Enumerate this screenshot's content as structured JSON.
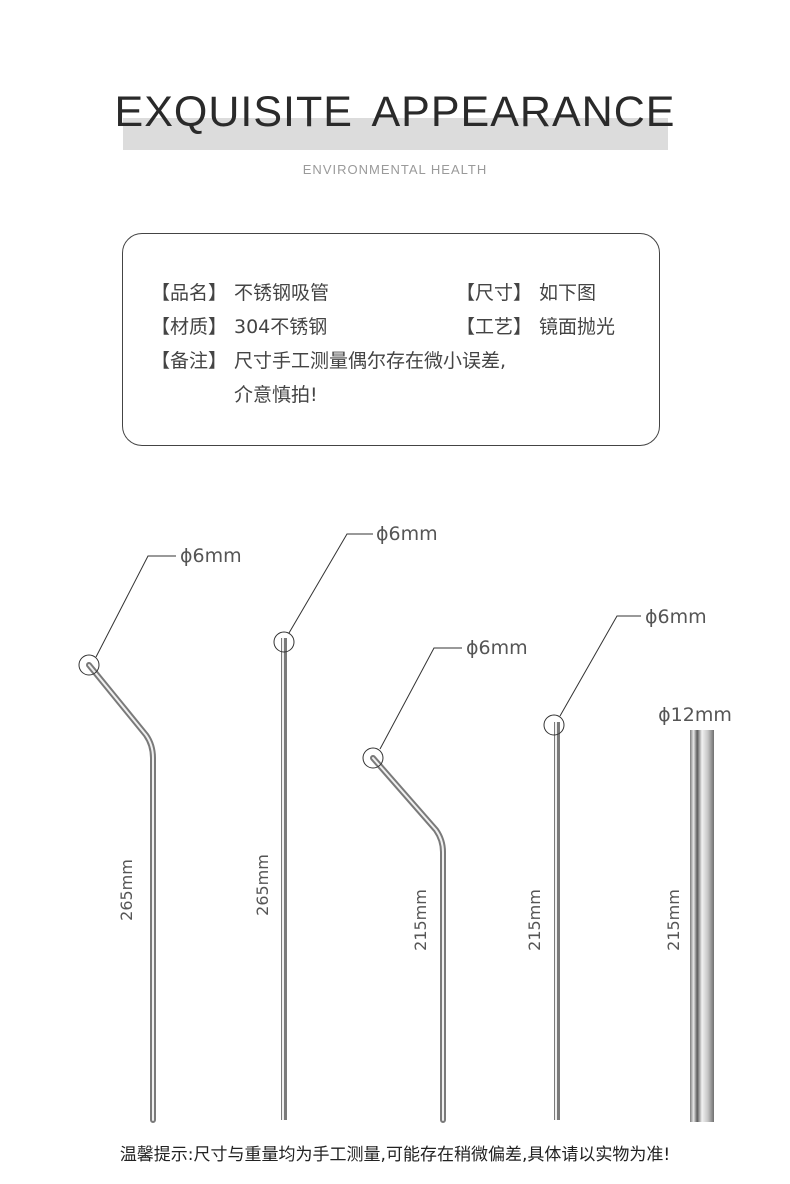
{
  "header": {
    "title": "EXQUISITE APPEARANCE",
    "subtitle": "ENVIRONMENTAL HEALTH"
  },
  "info": {
    "name_label": "【品名】",
    "name_value": "不锈钢吸管",
    "size_label": "【尺寸】",
    "size_value": "如下图",
    "material_label": "【材质】",
    "material_value": "304不锈钢",
    "craft_label": "【工艺】",
    "craft_value": "镜面抛光",
    "note_label": "【备注】",
    "note_line1": "尺寸手工测量偶尔存在微小误差,",
    "note_line2": "介意慎拍!"
  },
  "straws": [
    {
      "diameter": "ϕ6mm",
      "length": "265mm",
      "shape": "bent"
    },
    {
      "diameter": "ϕ6mm",
      "length": "265mm",
      "shape": "straight"
    },
    {
      "diameter": "ϕ6mm",
      "length": "215mm",
      "shape": "bent"
    },
    {
      "diameter": "ϕ6mm",
      "length": "215mm",
      "shape": "straight"
    },
    {
      "diameter": "ϕ12mm",
      "length": "215mm",
      "shape": "wide"
    }
  ],
  "footer": {
    "tip": "温馨提示:尺寸与重量均为手工测量,可能存在稍微偏差,具体请以实物为准!"
  }
}
